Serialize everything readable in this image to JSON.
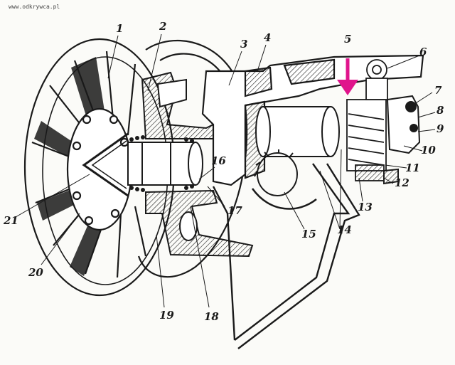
{
  "watermark": "www.odkrywca.pl",
  "accent_color": "#e0148c",
  "ink_color": "#1a1a1a",
  "labels": [
    "1",
    "2",
    "3",
    "4",
    "5",
    "6",
    "7",
    "8",
    "9",
    "10",
    "11",
    "12",
    "13",
    "14",
    "15",
    "16",
    "17",
    "18",
    "19",
    "20",
    "21"
  ],
  "arrow_icon": "down-arrow-icon"
}
